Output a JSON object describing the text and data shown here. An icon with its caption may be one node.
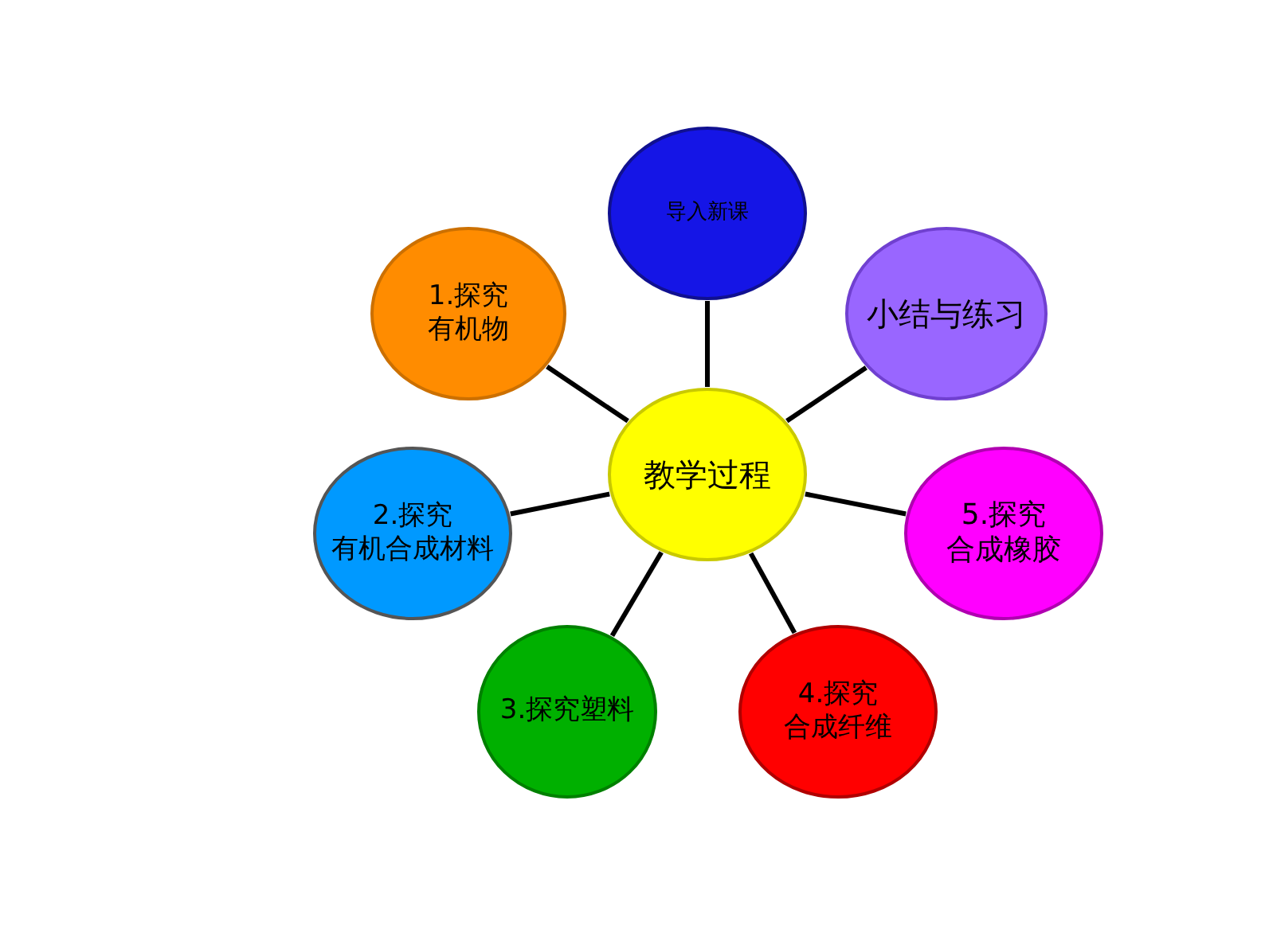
{
  "diagram": {
    "nodes": [
      {
        "text": [
          "教学过程"
        ]
      },
      {
        "text": [
          "导入新课"
        ]
      },
      {
        "text": [
          "小结与练习"
        ]
      },
      {
        "text": [
          "5.探究合成橡胶"
        ]
      },
      {
        "text": [
          "4.探究合成纤维"
        ]
      },
      {
        "text": [
          "3.探究塑料"
        ]
      },
      {
        "text": [
          "2.探究有机合成材料"
        ]
      },
      {
        "text": [
          "1.探究有机物"
        ]
      }
    ],
    "edges": [
      {
        "from": 0,
        "to": 1,
        "arrow": "none"
      },
      {
        "from": 0,
        "to": 2,
        "arrow": "none"
      },
      {
        "from": 0,
        "to": 3,
        "arrow": "none"
      },
      {
        "from": 0,
        "to": 4,
        "arrow": "none"
      },
      {
        "from": 0,
        "to": 5,
        "arrow": "none"
      },
      {
        "from": 0,
        "to": 6,
        "arrow": "none"
      },
      {
        "from": 0,
        "to": 7,
        "arrow": "none"
      }
    ]
  }
}
